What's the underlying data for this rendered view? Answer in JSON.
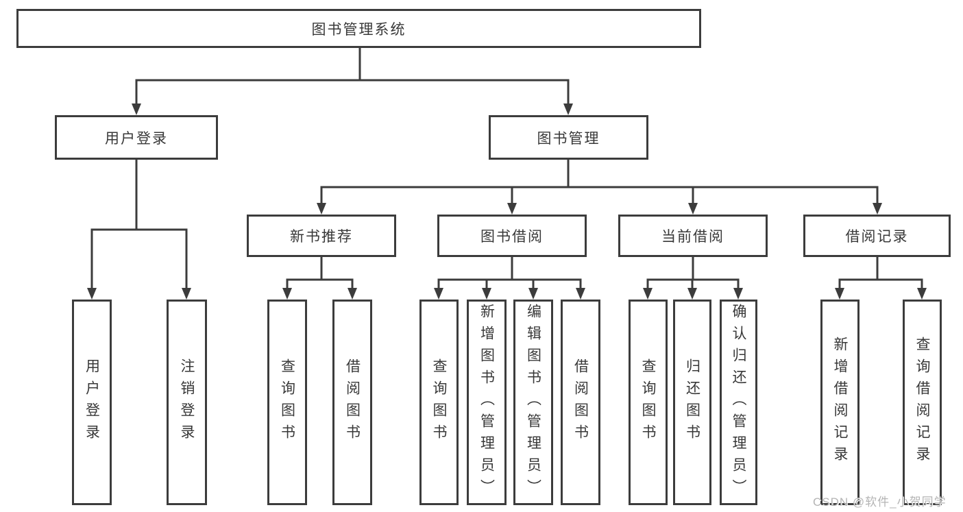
{
  "diagram": {
    "root": {
      "label": "图书管理系统"
    },
    "level2": {
      "user_login": {
        "label": "用户登录",
        "children": {
          "login": {
            "label": "用户登录"
          },
          "logout": {
            "label": "注销登录"
          }
        }
      },
      "book_management": {
        "label": "图书管理",
        "children": {
          "new_book_recommend": {
            "label": "新书推荐",
            "children": {
              "query_book": {
                "label": "查询图书"
              },
              "borrow_book": {
                "label": "借阅图书"
              }
            }
          },
          "book_borrowing": {
            "label": "图书借阅",
            "children": {
              "query_book": {
                "label": "查询图书"
              },
              "add_book": {
                "label": "新增图书（管理员）"
              },
              "edit_book": {
                "label": "编辑图书（管理员）"
              },
              "borrow_book": {
                "label": "借阅图书"
              }
            }
          },
          "current_borrowing": {
            "label": "当前借阅",
            "children": {
              "query_book": {
                "label": "查询图书"
              },
              "return_book": {
                "label": "归还图书"
              },
              "confirm_return": {
                "label": "确认归还（管理员）"
              }
            }
          },
          "borrowing_records": {
            "label": "借阅记录",
            "children": {
              "add_record": {
                "label": "新增借阅记录"
              },
              "query_record": {
                "label": "查询借阅记录"
              }
            }
          }
        }
      }
    }
  },
  "watermark": "CSDN @软件_小贺同学",
  "colors": {
    "line": "#3c3c3c",
    "text": "#383838",
    "background": "#ffffff",
    "watermark": "#b4b4b4"
  }
}
